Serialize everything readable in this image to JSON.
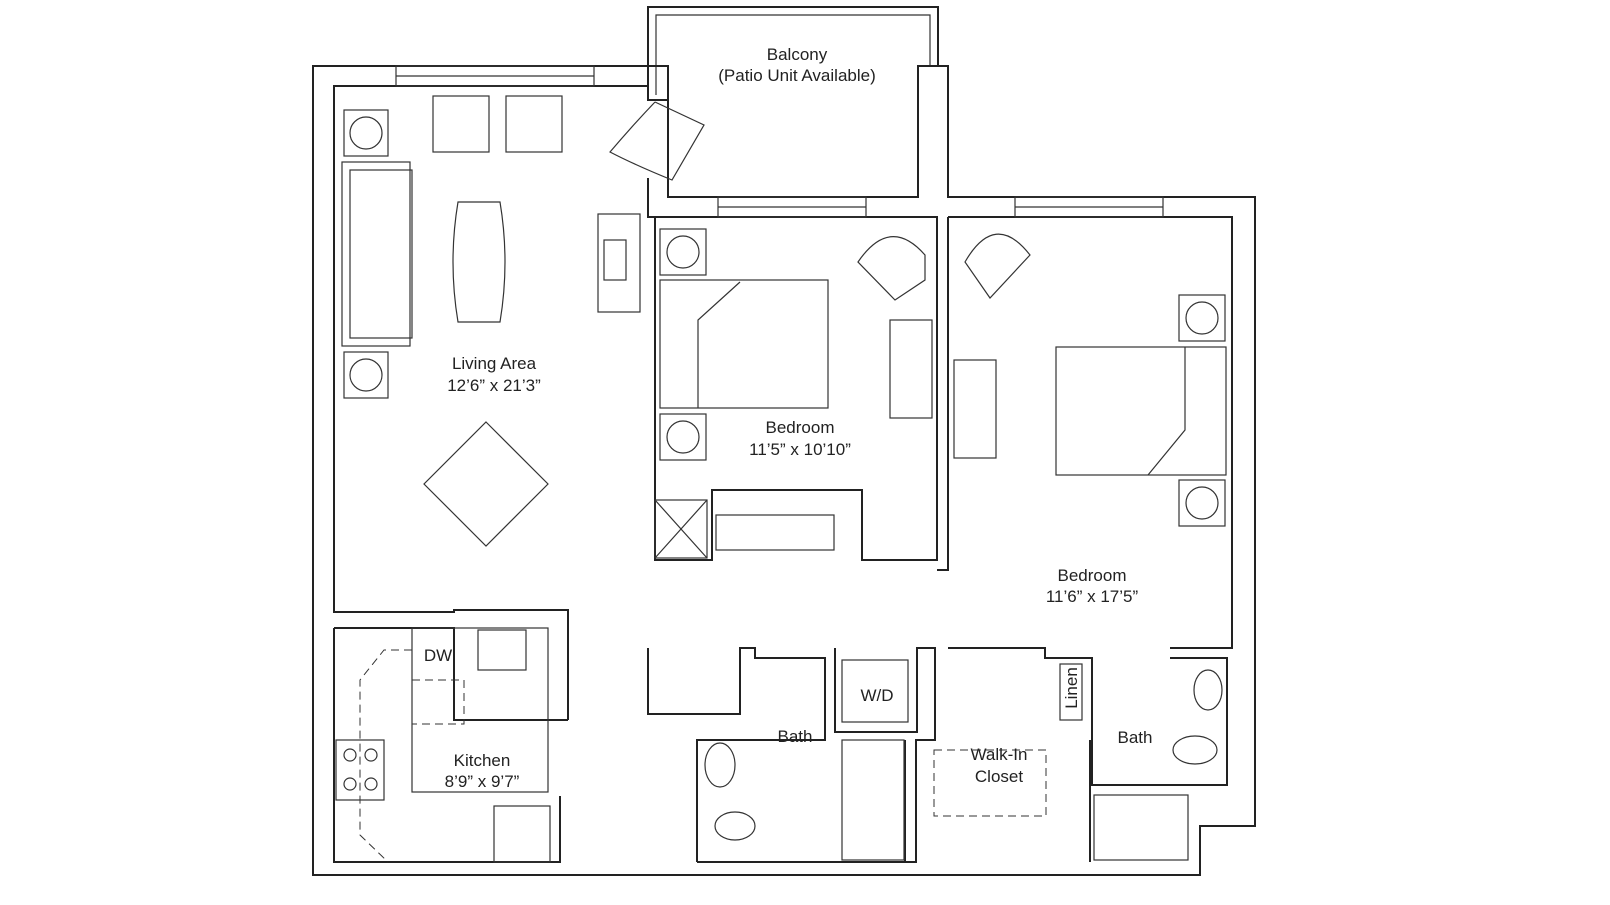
{
  "rooms": {
    "balcony": {
      "name": "Balcony",
      "note": "(Patio Unit Available)"
    },
    "living": {
      "name": "Living Area",
      "size": "12’6” x 21’3”"
    },
    "bedroom1": {
      "name": "Bedroom",
      "size": "11’5” x 10’10”"
    },
    "bedroom2": {
      "name": "Bedroom",
      "size": "11’6” x 17’5”"
    },
    "kitchen": {
      "name": "Kitchen",
      "size": "8’9” x 9’7”"
    },
    "bath1": {
      "name": "Bath"
    },
    "bath2": {
      "name": "Bath"
    },
    "closet": {
      "name": "Walk-In",
      "name2": "Closet"
    },
    "wd": {
      "name": "W/D"
    },
    "dw": {
      "name": "DW"
    },
    "linen": {
      "name": "Linen"
    }
  },
  "colors": {
    "line": "#222222",
    "background": "#ffffff"
  }
}
